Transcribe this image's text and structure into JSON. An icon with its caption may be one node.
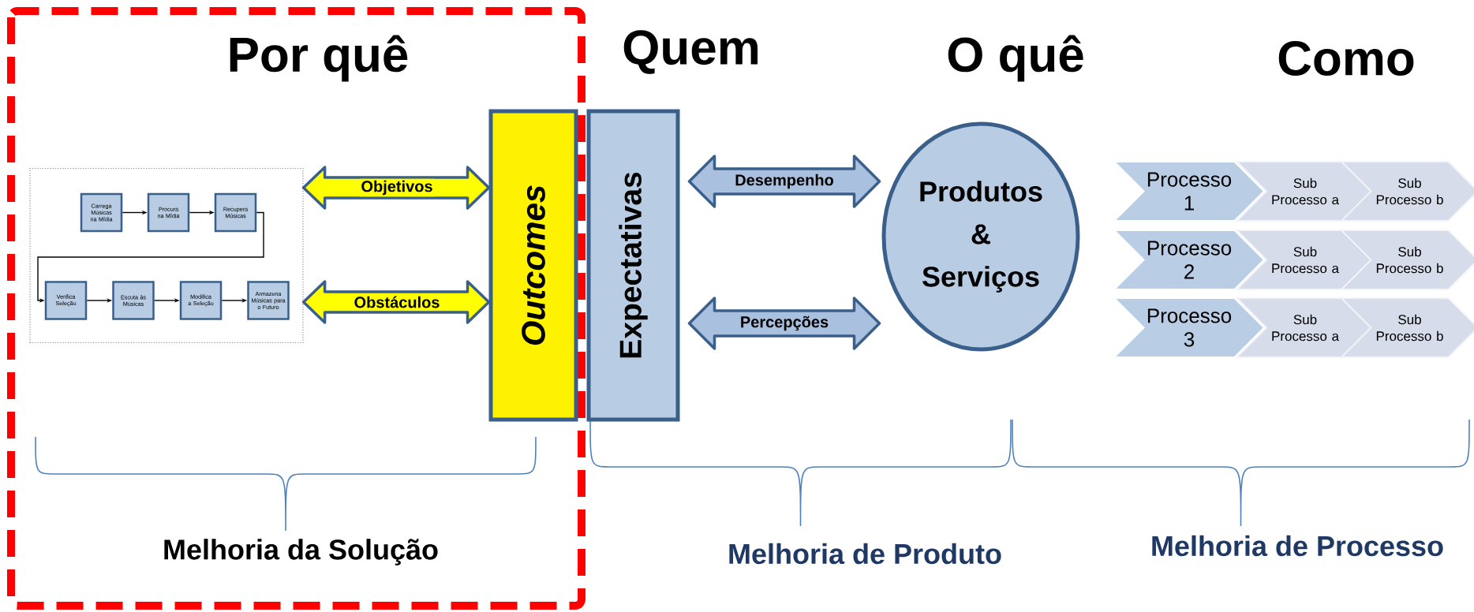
{
  "diagram": {
    "nodes": [
      {
        "text": [],
        "shape": "box"
      },
      {
        "text": [
          "Carrega Músicas na Mídia"
        ],
        "in": 0
      },
      {
        "text": [
          "Procura na Mídia"
        ],
        "in": 0
      },
      {
        "text": [
          "Recupera Músicas"
        ],
        "in": 0
      },
      {
        "text": [
          "Verifica Seleção"
        ],
        "in": 0
      },
      {
        "text": [
          "Escuta às Músicas"
        ],
        "in": 0
      },
      {
        "text": [
          "Modifica a Seleção"
        ],
        "in": 0
      },
      {
        "text": [
          "Armazena Músicas para o Futuro"
        ],
        "in": 0
      },
      {
        "text": [
          "Outcomes"
        ]
      },
      {
        "text": [
          "Expectativas"
        ]
      },
      {
        "text": [
          "Produtos & Serviços"
        ]
      },
      {
        "text": [
          "Processo 1"
        ]
      },
      {
        "text": [
          "Sub Processo a"
        ]
      },
      {
        "text": [
          "Sub Processo b"
        ]
      },
      {
        "text": [
          "Processo 2"
        ]
      },
      {
        "text": [
          "Sub Processo a"
        ]
      },
      {
        "text": [
          "Sub Processo b"
        ]
      },
      {
        "text": [
          "Processo 3"
        ]
      },
      {
        "text": [
          "Sub Processo a"
        ]
      },
      {
        "text": [
          "Sub Processo b"
        ]
      }
    ],
    "edges": [
      {
        "from": 1,
        "to": 2,
        "arrow": "to"
      },
      {
        "from": 2,
        "to": 3,
        "arrow": "to"
      },
      {
        "from": 3,
        "to": 4,
        "arrow": "to"
      },
      {
        "from": 4,
        "to": 5,
        "arrow": "to"
      },
      {
        "from": 5,
        "to": 6,
        "arrow": "to"
      },
      {
        "from": 6,
        "to": 7,
        "arrow": "to"
      },
      {
        "from": 0,
        "to": 8,
        "arrow": "both",
        "label": "Objetivos",
        "style": "thick",
        "color": "#ffff00"
      },
      {
        "from": 0,
        "to": 8,
        "arrow": "both",
        "label": "Obstáculos",
        "style": "thick",
        "color": "#ffff00"
      },
      {
        "from": 9,
        "to": 10,
        "arrow": "both",
        "label": "Desempenho",
        "style": "thick",
        "color": "#a9c0df"
      },
      {
        "from": 9,
        "to": 10,
        "arrow": "both",
        "label": "Percepções",
        "style": "thick",
        "color": "#a9c0df"
      }
    ],
    "labels": [
      "Por quê",
      "Quem",
      "O quê",
      "Como",
      "Melhoria da Solução",
      "Melhoria de Produto",
      "Melhoria de Processo"
    ]
  }
}
